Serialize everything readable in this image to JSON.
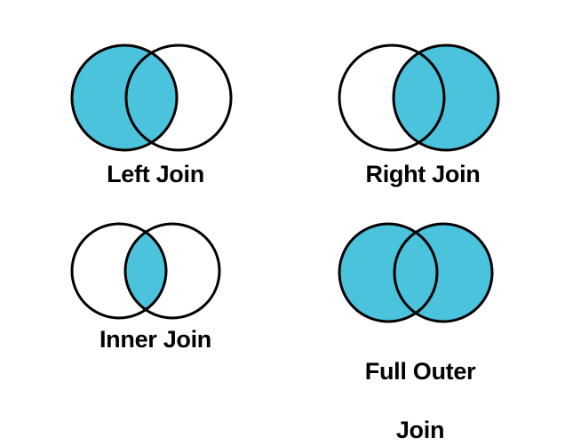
{
  "figure": {
    "title_visible": false,
    "background_color": "#ffffff",
    "stroke_color": "#000000",
    "fill_color": "#4BC3DC",
    "stroke_width": 3
  },
  "diagrams": [
    {
      "id": "left-join",
      "label": "Left Join",
      "label_lines": [
        "Left Join"
      ],
      "shaded_regions": [
        "left-only",
        "intersection"
      ],
      "left_circle_filled": true,
      "right_circle_filled": false,
      "intersection_filled": true
    },
    {
      "id": "right-join",
      "label": "Right Join",
      "label_lines": [
        "Right Join"
      ],
      "shaded_regions": [
        "right-only",
        "intersection"
      ],
      "left_circle_filled": false,
      "right_circle_filled": true,
      "intersection_filled": true
    },
    {
      "id": "inner-join",
      "label": "Inner Join",
      "label_lines": [
        "Inner Join"
      ],
      "shaded_regions": [
        "intersection"
      ],
      "left_circle_filled": false,
      "right_circle_filled": false,
      "intersection_filled": true
    },
    {
      "id": "full-outer-join",
      "label": "Full Outer Join",
      "label_lines": [
        "Full Outer",
        "Join"
      ],
      "shaded_regions": [
        "left-only",
        "intersection",
        "right-only"
      ],
      "left_circle_filled": true,
      "right_circle_filled": true,
      "intersection_filled": true
    }
  ]
}
